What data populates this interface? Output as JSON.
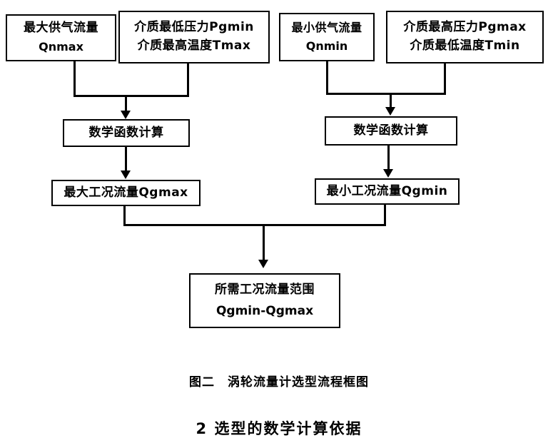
{
  "figure": {
    "caption": "图二　涡轮流量计选型流程框图",
    "section_heading": "2  选型的数学计算依据"
  },
  "nodes": {
    "qnmax": {
      "line1": "最大供气流量",
      "line2": "Qnmax"
    },
    "pgmin_tmax": {
      "line1": "介质最低压力Pgmin",
      "line2": "介质最高温度Tmax"
    },
    "qnmin": {
      "line1": "最小供气流量",
      "line2": "Qnmin"
    },
    "pgmax_tmin": {
      "line1": "介质最高压力Pgmax",
      "line2": "介质最低温度Tmin"
    },
    "math_left": {
      "line1": "数学函数计算"
    },
    "math_right": {
      "line1": "数学函数计算"
    },
    "qgmax": {
      "line1": "最大工况流量Qgmax"
    },
    "qgmin": {
      "line1": "最小工况流量Qgmin"
    },
    "range": {
      "line1": "所需工况流量范围",
      "line2": "Qgmin-Qgmax"
    }
  },
  "colors": {
    "stroke": "#000000",
    "fill": "#ffffff",
    "text": "#000000"
  }
}
